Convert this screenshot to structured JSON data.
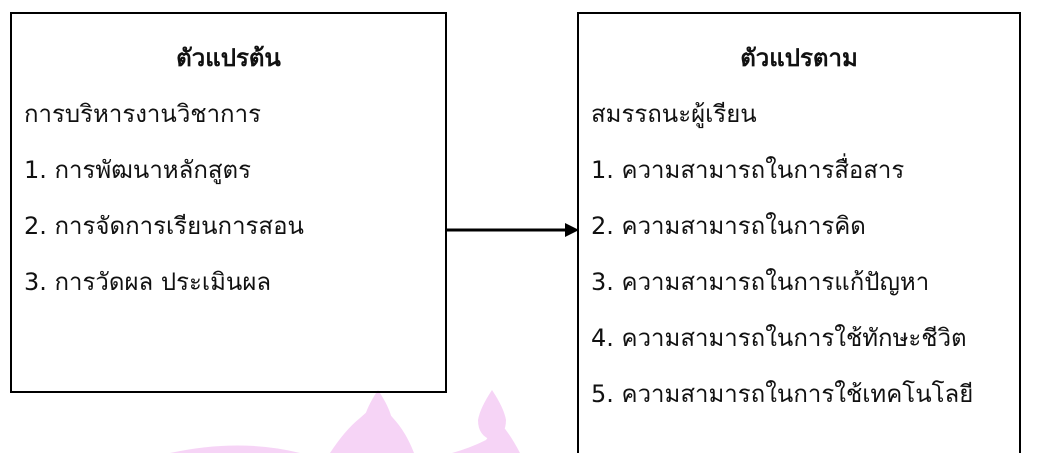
{
  "diagram": {
    "left_box": {
      "title": "ตัวแปรต้น",
      "subtitle": "การบริหารงานวิชาการ",
      "items": [
        "1. การพัฒนาหลักสูตร",
        "2. การจัดการเรียนการสอน",
        "3. การวัดผล ประเมินผล"
      ]
    },
    "right_box": {
      "title": "ตัวแปรตาม",
      "subtitle": "สมรรถนะผู้เรียน",
      "items": [
        "1. ความสามารถในการสื่อสาร",
        "2. ความสามารถในการคิด",
        "3. ความสามารถในการแก้ปัญหา",
        "4. ความสามารถในการใช้ทักษะชีวิต",
        "5. ความสามารถในการใช้เทคโนโลยี"
      ]
    },
    "arrow": {
      "from": "left_box",
      "to": "right_box"
    }
  },
  "colors": {
    "line": "#000000",
    "text": "#111111",
    "watermark": "#f2c8f2"
  }
}
